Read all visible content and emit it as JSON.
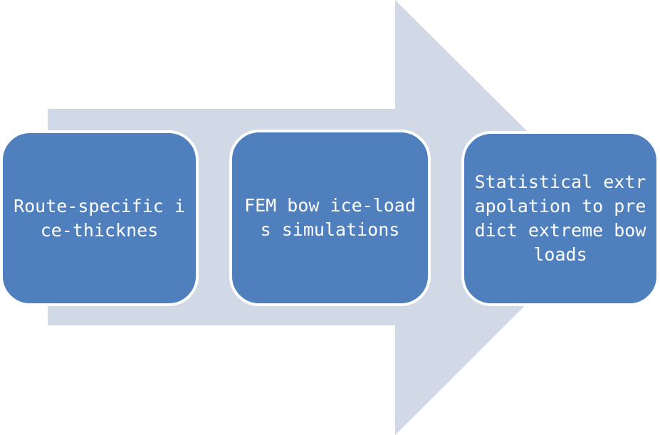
{
  "colors": {
    "background_arrow": "#d1d9e7",
    "box_fill": "#4f80bd",
    "box_border": "#ffffff",
    "text": "#ffffff"
  },
  "steps": [
    {
      "label": "Route-specific ice-thicknes"
    },
    {
      "label": "FEM bow ice-loads simulations"
    },
    {
      "label": "Statistical extrapolation to predict extreme bow loads"
    }
  ]
}
